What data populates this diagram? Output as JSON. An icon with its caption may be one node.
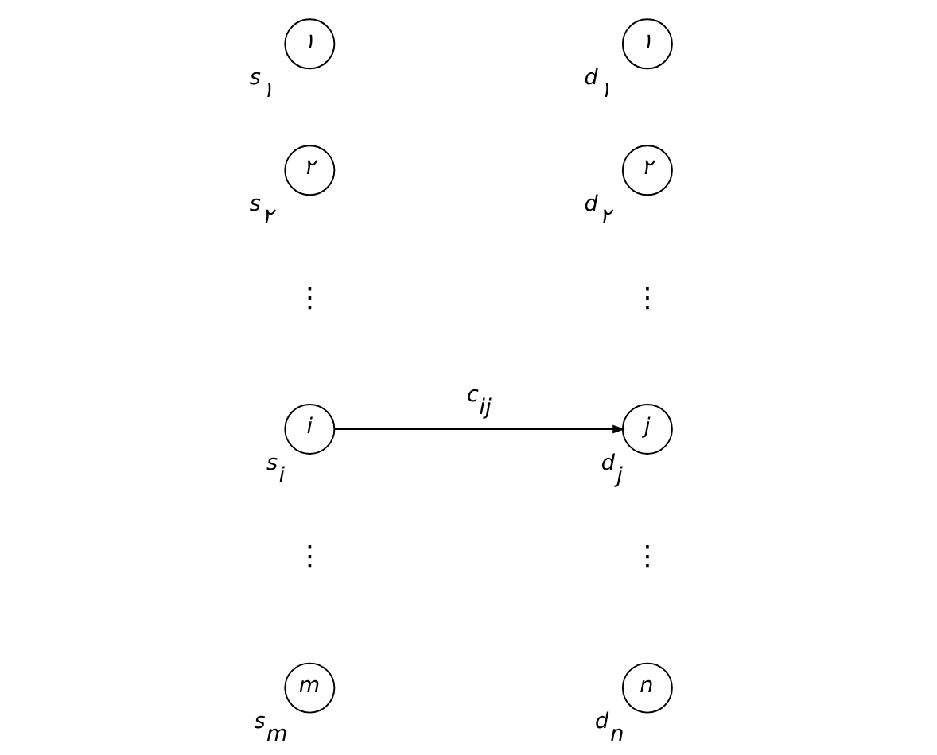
{
  "diagram": {
    "nodes": [
      {
        "text": [
          "١"
        ],
        "beside": [
          "s$_{١}$"
        ]
      },
      {
        "text": [
          "١"
        ],
        "beside": [
          "d$_{١}$"
        ]
      },
      {
        "text": [
          "٢"
        ],
        "beside": [
          "d$_{٢}$"
        ]
      },
      {
        "text": [
          "٢"
        ],
        "beside": [
          "s$_{٢}$"
        ]
      },
      {
        "text": [
          "j"
        ],
        "beside": [
          "d$_{j}$"
        ]
      },
      {
        "text": [
          "i"
        ],
        "beside": [
          "s$_{i}$"
        ]
      },
      {
        "text": [
          "m"
        ],
        "beside": [
          "s$_{m}$"
        ]
      },
      {
        "text": [
          "n"
        ],
        "beside": [
          "d$_{n}$"
        ]
      }
    ],
    "edges": [
      {
        "from": 5,
        "to": 4,
        "arrow": "to",
        "label": "c$_{ij}$"
      }
    ],
    "labels": [
      "⋮",
      "⋮",
      "⋮",
      "⋮"
    ]
  }
}
